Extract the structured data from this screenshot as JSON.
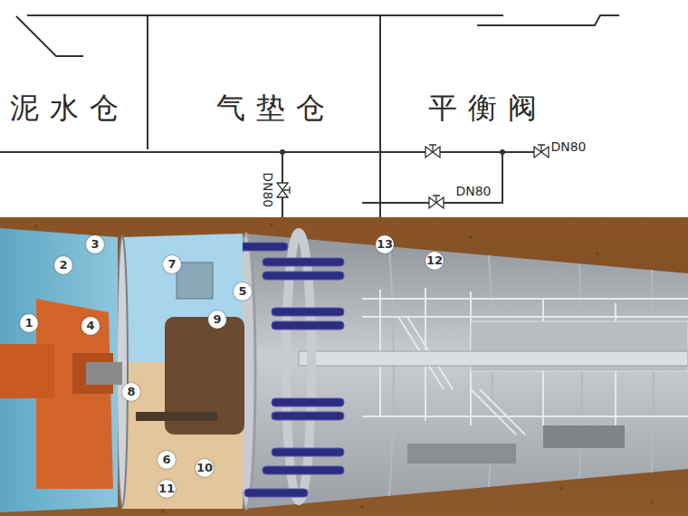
{
  "diagram": {
    "labels": [
      "泥水仓",
      "气垫仓",
      "平衡阀",
      "DN80",
      "DN80",
      "DN80",
      "1",
      "2",
      "3",
      "4",
      "5",
      "6",
      "7",
      "8",
      "9",
      "10",
      "11",
      "12",
      "13"
    ]
  }
}
